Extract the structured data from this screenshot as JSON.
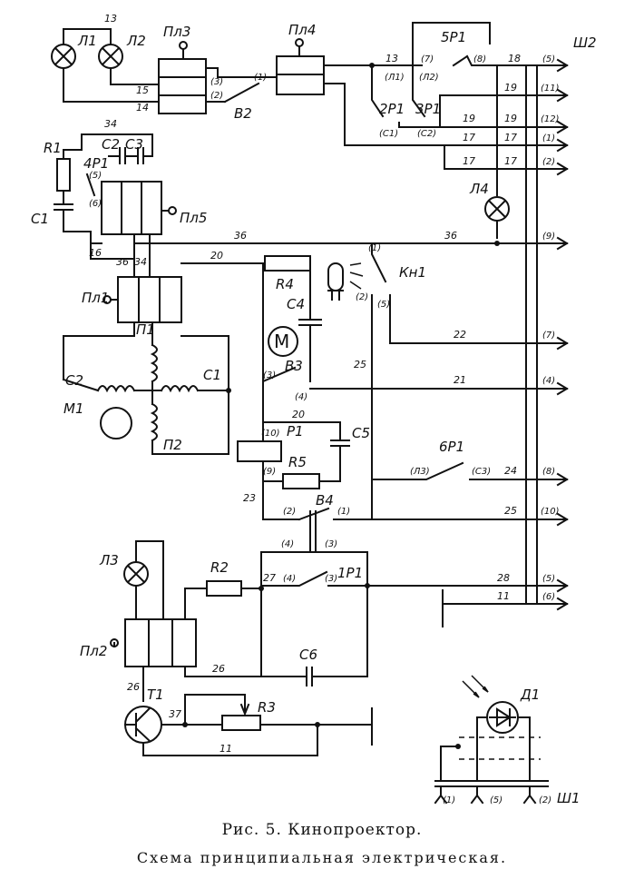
{
  "figure": {
    "caption_title": "Рис. 5. Кинопроектор.",
    "caption_subtitle": "Схема принципиальная электрическая."
  },
  "components": {
    "l1": "Л1",
    "l2": "Л2",
    "l3": "Л3",
    "l4": "Л4",
    "pl1": "Пл1",
    "pl2": "Пл2",
    "pl3": "Пл3",
    "pl4": "Пл4",
    "pl5": "Пл5",
    "b2": "В2",
    "b3": "В3",
    "b4": "В4",
    "r1_relay": "1Р1",
    "r2_relay": "2Р1",
    "r3_relay": "3Р1",
    "r4_relay": "4Р1",
    "r5_relay": "5Р1",
    "r6_relay": "6Р1",
    "p1": "Р1",
    "r1": "R1",
    "r2": "R2",
    "r3": "R3",
    "r4": "R4",
    "r5": "R5",
    "c1": "C1",
    "c2": "C2",
    "c3": "C3",
    "c4": "C4",
    "c5": "C5",
    "c6": "C6",
    "m1": "М1",
    "motor": "М",
    "p1_coil": "П1",
    "p2_coil": "П2",
    "c1_coil": "C1",
    "c2_coil": "C2",
    "kn1": "Кн1",
    "t1": "Т1",
    "d1": "Д1",
    "sh1": "Ш1",
    "sh2": "Ш2"
  },
  "wires": {
    "w13a": "13",
    "w13b": "13",
    "w14": "14",
    "w15": "15",
    "w16": "16",
    "w17a": "17",
    "w17b": "17",
    "w17c": "17",
    "w17d": "17",
    "w18": "18",
    "w19a": "19",
    "w19b": "19",
    "w19c": "19",
    "w20a": "20",
    "w20b": "20",
    "w21": "21",
    "w22": "22",
    "w23": "23",
    "w24": "24",
    "w25a": "25",
    "w25b": "25",
    "w26a": "26",
    "w26b": "26",
    "w27": "27",
    "w28": "28",
    "w11a": "11",
    "w11b": "11",
    "w34a": "34",
    "w34b": "34",
    "w36a": "36",
    "w36b": "36",
    "w36c": "36",
    "w37": "37"
  },
  "pins": {
    "p3": "(3)",
    "p2": "(2)",
    "p1": "(1)",
    "l1pin": "(Л1)",
    "l2pin": "(Л2)",
    "c1pin": "(С1)",
    "c2pin": "(С2)",
    "p7": "(7)",
    "p8": "(8)",
    "p5": "(5)",
    "p6": "(6)",
    "sh2_5": "(5)",
    "sh2_11": "(11)",
    "sh2_12": "(12)",
    "sh2_1": "(1)",
    "sh2_2": "(2)",
    "sh2_9": "(9)",
    "sh2_7": "(7)",
    "sh2_4": "(4)",
    "sh2_8": "(8)",
    "sh2_10": "(10)",
    "sh2_5b": "(5)",
    "sh2_6": "(6)",
    "kn_1": "(1)",
    "kn_2": "(2)",
    "kn_5": "(5)",
    "b3_3": "(3)",
    "b3_4": "(4)",
    "p1_10": "(10)",
    "p1_9": "(9)",
    "r6_l3": "(Л3)",
    "r6_c3": "(С3)",
    "b4_2": "(2)",
    "b4_1": "(1)",
    "b4_4": "(4)",
    "b4_3": "(3)",
    "r1_4": "(4)",
    "r1_3": "(3)",
    "sh1_1": "(1)",
    "sh1_5": "(5)",
    "sh1_2": "(2)"
  }
}
